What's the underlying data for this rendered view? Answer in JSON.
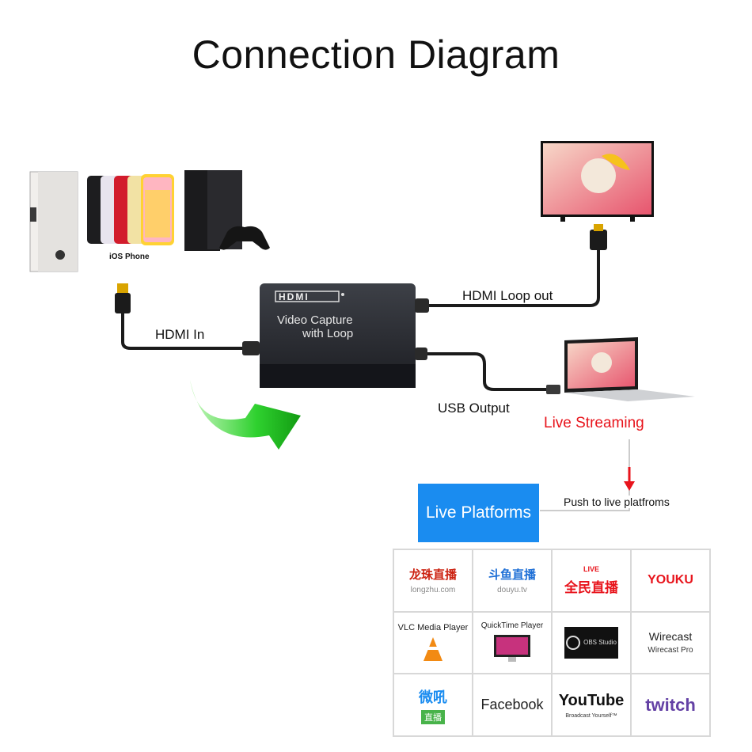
{
  "title": "Connection Diagram",
  "sources": {
    "phone_caption": "iOS Phone"
  },
  "device": {
    "brand": "HDMI",
    "line1": "Video  Capture",
    "line2": "with Loop"
  },
  "labels": {
    "hdmi_in": "HDMI In",
    "hdmi_loop_out": "HDMI Loop out",
    "usb_output": "USB Output",
    "live_streaming": "Live Streaming",
    "push": "Push to live platfroms",
    "live_platforms": "Live Platforms"
  },
  "platforms": [
    {
      "name": "longzhu",
      "text": "龙珠直播",
      "sub": "longzhu.com"
    },
    {
      "name": "douyu",
      "text": "斗鱼直播",
      "sub": "douyu.tv"
    },
    {
      "name": "quanmin",
      "text": "全民直播",
      "sub": "LIVE"
    },
    {
      "name": "youku",
      "text": "YOUKU",
      "sub": ""
    },
    {
      "name": "vlc",
      "text": "VLC Media Player",
      "sub": ""
    },
    {
      "name": "quicktime",
      "text": "QuickTime Player",
      "sub": ""
    },
    {
      "name": "obs",
      "text": "OBS Studio",
      "sub": ""
    },
    {
      "name": "wirecast",
      "text": "Wirecast",
      "sub": "Wirecast Pro"
    },
    {
      "name": "weibo",
      "text": "微吼",
      "sub": "直播"
    },
    {
      "name": "facebook",
      "text": "Facebook",
      "sub": ""
    },
    {
      "name": "youtube",
      "text": "YouTube",
      "sub": "Broadcast Yourself™"
    },
    {
      "name": "twitch",
      "text": "twitch",
      "sub": ""
    }
  ],
  "colors": {
    "arrow_green": "#2fd12f",
    "live_red": "#e8141c",
    "platform_blue": "#1a8cf0"
  }
}
